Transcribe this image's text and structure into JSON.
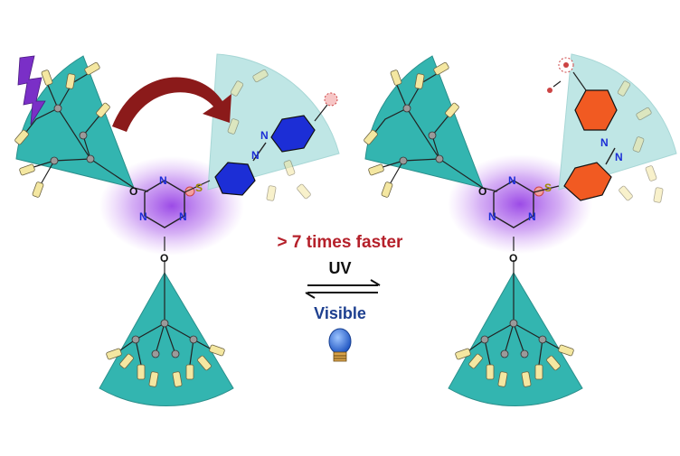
{
  "labels": {
    "speed": "> 7 times faster",
    "uv": "UV",
    "visible": "Visible"
  },
  "atoms": {
    "oxygen": "O",
    "nitrogen": "N",
    "sulfur": "S"
  },
  "colors": {
    "dendron_wedge": "#33b5b0",
    "dendron_wedge_faded": "#b9e4e3",
    "trans_azobenzene": "#1c2ed6",
    "cis_azobenzene": "#f15a22",
    "triazine_glow": "#8a2be2",
    "curved_arrow": "#8b1a1a",
    "speed_text": "#b5202a",
    "visible_text": "#1d3f8f",
    "bulb": "#2f6fd8",
    "lightning": "#7a2fc7",
    "chromophore_unit": "#f4e7a1"
  },
  "icons": [
    "lightning-icon",
    "curved-arrow-icon",
    "lightbulb-icon",
    "equilibrium-arrows-icon"
  ]
}
